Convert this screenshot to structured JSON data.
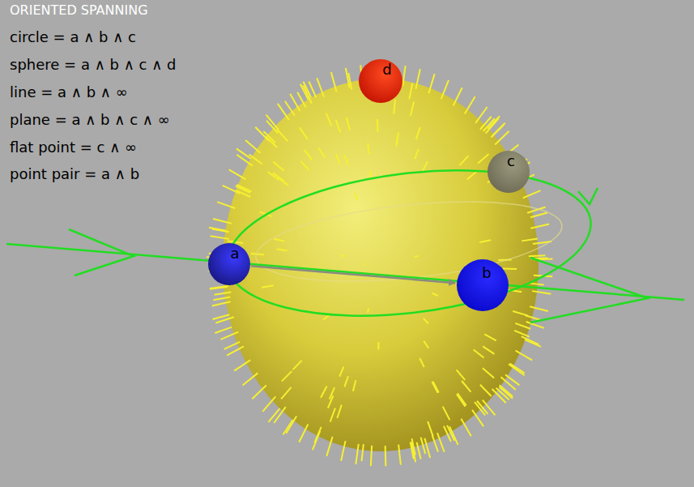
{
  "diagram": {
    "title": "ORIENTED SPANNING",
    "nodes": [
      {
        "text": [
          "d"
        ]
      },
      {
        "text": [
          "c"
        ]
      },
      {
        "text": [
          "a"
        ]
      },
      {
        "text": [
          "b"
        ]
      }
    ],
    "edges": [
      {
        "from": 2,
        "to": 3,
        "arrow": "to"
      }
    ],
    "labels": [
      "circle = a ∧ b ∧ c",
      "sphere = a ∧ b ∧ c ∧ d",
      "line = a ∧ b ∧ ∞",
      "plane = a ∧ b ∧ c ∧ ∞",
      "flat point = c ∧ ∞",
      "point pair = a ∧ b"
    ]
  }
}
